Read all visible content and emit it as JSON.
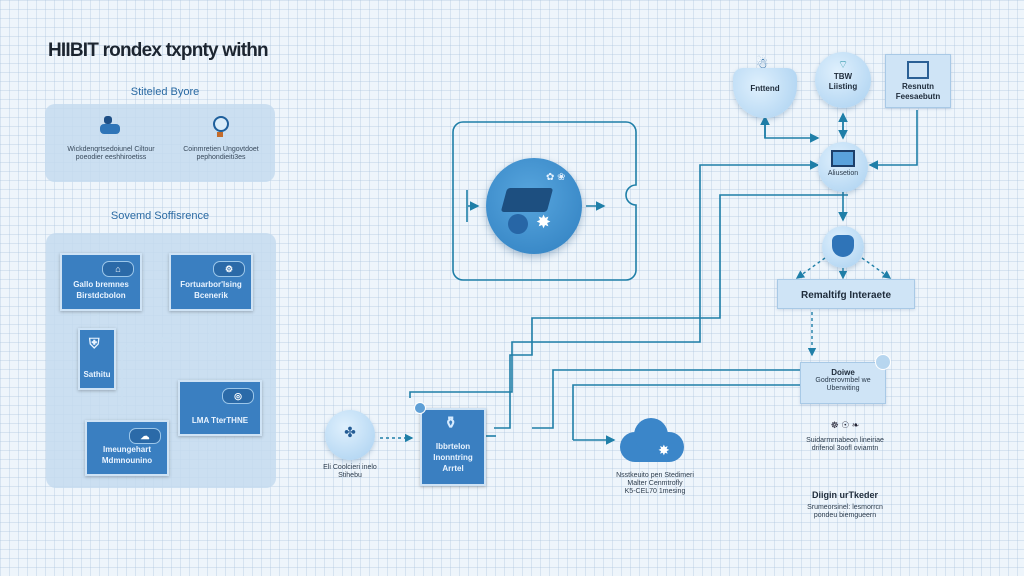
{
  "title": "HIIBIT rondex txpnty withn",
  "left_panel_top": {
    "heading": "Stiteled Byore",
    "items": [
      {
        "icon": "database-icon",
        "text": "Wickdenqrtsedoiunel Ciltour poeodier eeshhiroetiss"
      },
      {
        "icon": "magnifier-icon",
        "text": "Coinmretien Ungovtdoet pephondieiti3es"
      }
    ]
  },
  "left_panel_bottom": {
    "heading": "Sovemd Soffisrence",
    "boxes": [
      {
        "id": "box1",
        "label": "Gallo bremnes Birstdcbolon"
      },
      {
        "id": "box2",
        "label": "Fortuarbor'lsing Bcenerik"
      },
      {
        "id": "badge",
        "label": "Sathitu"
      },
      {
        "id": "box3",
        "label": "LMA TterTHNE"
      },
      {
        "id": "box4",
        "label": "Imeungehart Mdmnounino"
      }
    ]
  },
  "center": {
    "hub_icon": "cloud-graduation-cap-icon"
  },
  "top_right": {
    "nodes": [
      {
        "id": "frontend",
        "label": "Fnttend"
      },
      {
        "id": "tbw",
        "label": "TBW Liisting",
        "icon": "wifi-icon"
      },
      {
        "id": "research",
        "label": "Resnutn Feesaebutn"
      }
    ],
    "hub_label": "Aliusetion",
    "shield_icon": "shield-icon",
    "interface_label": "Remaltifg Interaete"
  },
  "right_column": {
    "dome": {
      "title": "Doiwe",
      "lines": [
        "Godrerovmbel we",
        "Uberwiting"
      ]
    },
    "note1": {
      "symbols": "☸ ☉ ❧",
      "lines": [
        "Suidarmrnabeon lineiriae",
        "drifenol 3oofl oviamtn"
      ]
    },
    "note2": {
      "title": "Diigin urTkeder",
      "lines": [
        "Srumeorsinel: lesmorrcn",
        "pondeu biemgueern"
      ]
    }
  },
  "bottom": {
    "globe_label": [
      "Eli Coolcieri inelo",
      "Stihebu"
    ],
    "central_box": {
      "label": [
        "Ibbrtelon",
        "Inonntring",
        "Arrtel"
      ]
    },
    "cloud_label": [
      "Nsstkeuito pen Stedimeri",
      "Malter Cenmtrofly",
      "K5-CEL70 1mesing"
    ]
  },
  "colors": {
    "line": "#1f7fa8",
    "box_blue": "#3a7fc1",
    "accent": "#2a6aa3"
  }
}
